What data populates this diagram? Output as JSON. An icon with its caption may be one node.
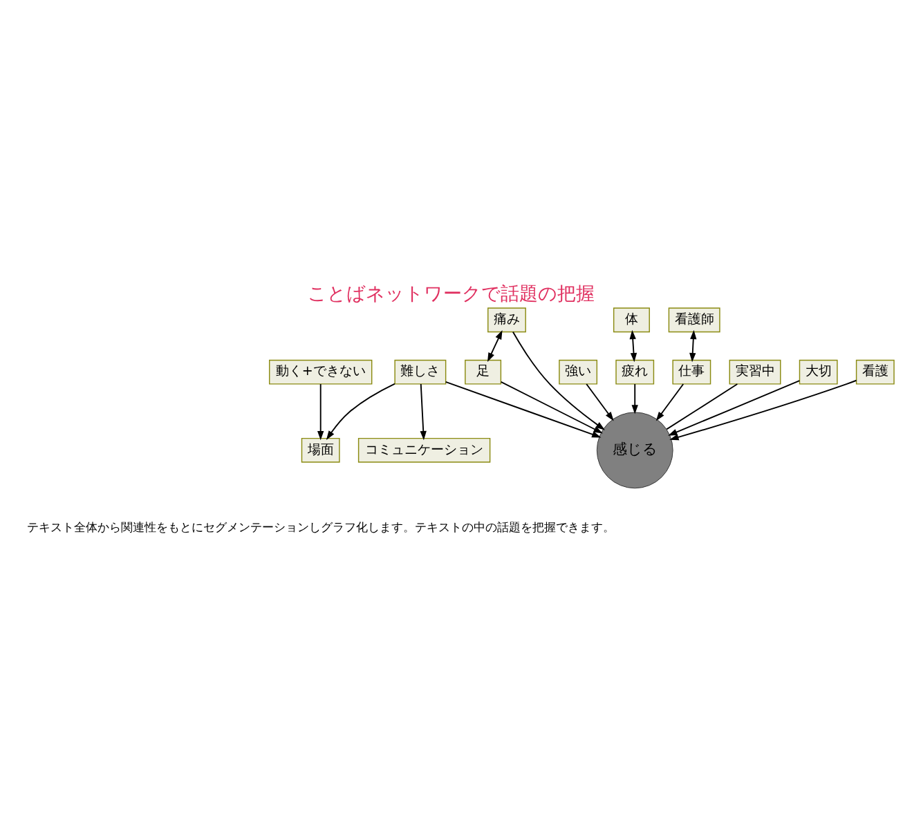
{
  "diagram": {
    "title": "ことばネットワークで話題の把握",
    "caption": "テキスト全体から関連性をもとにセグメンテーションしグラフ化します。テキストの中の話題を把握できます。",
    "nodes": [
      {
        "text": [
          "コミュニケーション"
        ]
      },
      {
        "text": [
          "大切"
        ]
      },
      {
        "text": [
          "看護"
        ]
      },
      {
        "text": [
          "場面"
        ]
      },
      {
        "text": [
          "足"
        ]
      },
      {
        "text": [
          "難しさ"
        ]
      },
      {
        "text": [
          "痛み"
        ]
      },
      {
        "text": [
          "体"
        ]
      },
      {
        "text": [
          "感じる"
        ]
      },
      {
        "text": [
          "動く+できない"
        ]
      },
      {
        "text": [
          "強い"
        ]
      },
      {
        "text": [
          "疲れ"
        ]
      },
      {
        "text": [
          "仕事"
        ]
      },
      {
        "text": [
          "実習中"
        ]
      },
      {
        "text": [
          "看護師"
        ]
      }
    ],
    "edges": [
      {
        "from": 1,
        "to": 8,
        "arrow": "to"
      },
      {
        "from": 2,
        "to": 8,
        "arrow": "to"
      },
      {
        "from": 5,
        "to": 8,
        "arrow": "to"
      },
      {
        "from": 4,
        "to": 8,
        "arrow": "to"
      },
      {
        "from": 6,
        "to": 8,
        "arrow": "to"
      },
      {
        "from": 6,
        "to": 4,
        "arrow": "both"
      },
      {
        "from": 7,
        "to": 11,
        "arrow": "both"
      },
      {
        "from": 11,
        "to": 8,
        "arrow": "to"
      },
      {
        "from": 12,
        "to": 8,
        "arrow": "to"
      },
      {
        "from": 14,
        "to": 12,
        "arrow": "both"
      },
      {
        "from": 10,
        "to": 8,
        "arrow": "to"
      },
      {
        "from": 13,
        "to": 8,
        "arrow": "none"
      },
      {
        "from": 5,
        "to": 0,
        "arrow": "to"
      },
      {
        "from": 5,
        "to": 3,
        "arrow": "to"
      },
      {
        "from": 9,
        "to": 3,
        "arrow": "to"
      }
    ]
  }
}
